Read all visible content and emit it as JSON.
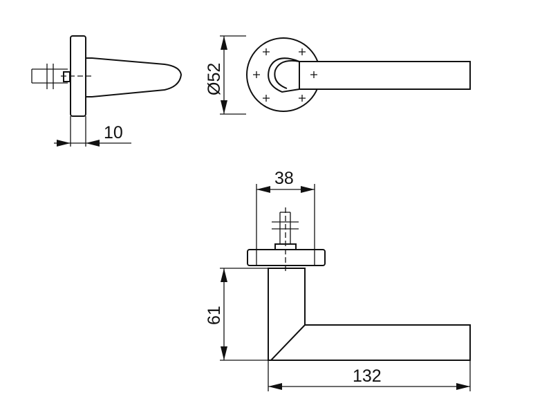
{
  "dimensions": {
    "rose_thickness": "10",
    "rose_diameter": "Ø52",
    "spindle_spacing": "38",
    "handle_height": "61",
    "handle_length": "132"
  },
  "colors": {
    "line": "#111111",
    "background": "#ffffff"
  }
}
